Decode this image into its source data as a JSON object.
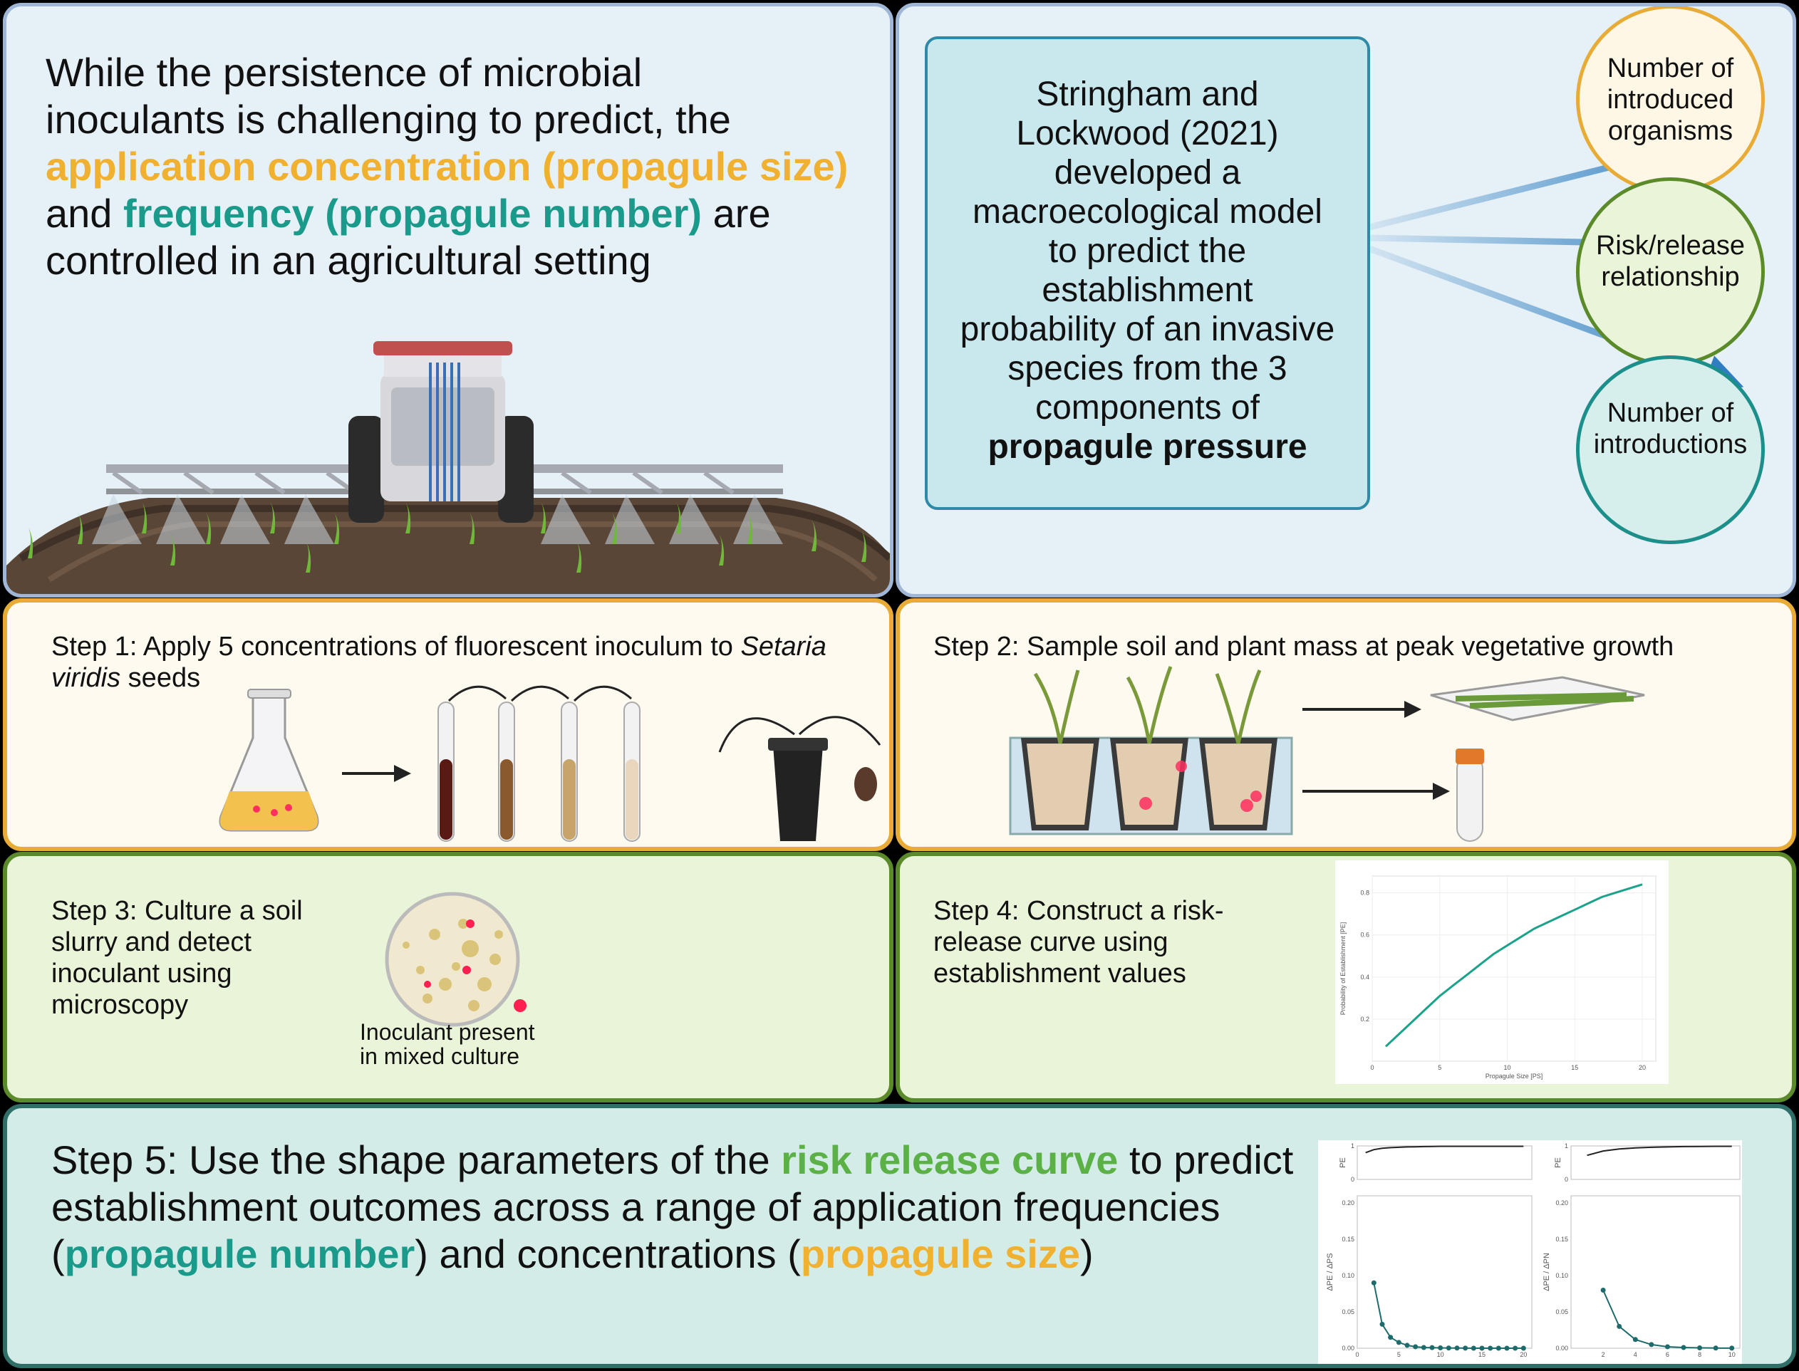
{
  "top_left": {
    "line1": "While the persistence of microbial",
    "line2": "inoculants is challenging to predict, the",
    "highlight_size": "application concentration (propagule size)",
    "and": "and",
    "highlight_number": "frequency (propagule number)",
    "are": "are",
    "line5": "controlled in an agricultural setting"
  },
  "top_right": {
    "box_lines": [
      "Stringham and",
      "Lockwood (2021)",
      "developed a",
      "macroecological model",
      "to predict the",
      "establishment",
      "probability of an invasive",
      "species from the 3",
      "components of"
    ],
    "box_bold": "propagule pressure",
    "circles": [
      {
        "lines": [
          "Number of",
          "introduced",
          "organisms"
        ],
        "border": "#e8ab36",
        "fill": "#fff7e6"
      },
      {
        "lines": [
          "Risk/release",
          "relationship"
        ],
        "border": "#5b8a2a",
        "fill": "#eaf4d8"
      },
      {
        "lines": [
          "Number of",
          "introductions"
        ],
        "border": "#1d8f8a",
        "fill": "#d6efec"
      }
    ]
  },
  "step1": {
    "text": "Step 1: Apply 5 concentrations of fluorescent inoculum to ",
    "italic1": "Setaria",
    "italic2": "viridis",
    "text_end": " seeds"
  },
  "step2": {
    "text": "Step 2: Sample soil and plant mass at peak vegetative growth"
  },
  "step3": {
    "lines": [
      "Step 3: Culture a soil",
      "slurry and detect",
      "inoculant using",
      "microscopy"
    ],
    "caption": [
      "Inoculant present",
      "in mixed culture"
    ]
  },
  "step4": {
    "lines": [
      "Step 4: Construct a risk-",
      "release curve using",
      "establishment values"
    ]
  },
  "step5": {
    "part1": "Step 5: Use the shape parameters of the ",
    "hl_curve": "risk release curve",
    "part2": " to predict",
    "line2": "establishment outcomes across a range of application frequencies",
    "paren_open": "(",
    "hl_number": "propagule number",
    "part3": ") and concentrations (",
    "hl_size": "propagule size",
    "paren_close": ")"
  },
  "colors": {
    "orange": "#f0b030",
    "teal": "#1a9a8a",
    "green": "#5bb146",
    "arrow_blue": "#2f7fc0"
  },
  "chart_data": [
    {
      "type": "line",
      "title": "",
      "xlabel": "Propagule Size [PS]",
      "ylabel": "Probability of Establishment [PE]",
      "x": [
        1,
        2,
        3,
        4,
        5,
        6,
        7,
        8,
        9,
        10,
        11,
        12,
        13,
        14,
        15,
        16,
        17,
        18,
        19,
        20
      ],
      "y": [
        0.07,
        0.13,
        0.19,
        0.25,
        0.31,
        0.36,
        0.41,
        0.46,
        0.51,
        0.55,
        0.59,
        0.63,
        0.66,
        0.69,
        0.72,
        0.75,
        0.78,
        0.8,
        0.82,
        0.84
      ],
      "xticks": [
        "0",
        "5",
        "10",
        "15",
        "20"
      ],
      "yticks": [
        "0.2",
        "0.4",
        "0.6",
        "0.8"
      ],
      "xlim": [
        0,
        21
      ],
      "ylim": [
        0,
        0.88
      ],
      "grid": true,
      "color": "#1aa38a"
    },
    {
      "type": "line",
      "title": "",
      "xlabel": "",
      "ylabel": "PE",
      "x": [
        1,
        2,
        3,
        4,
        5,
        6,
        7,
        8,
        9,
        10,
        11,
        12,
        13,
        14,
        15,
        16,
        17,
        18,
        19,
        20
      ],
      "y": [
        0.8,
        0.89,
        0.93,
        0.95,
        0.96,
        0.97,
        0.975,
        0.98,
        0.985,
        0.99,
        0.99,
        0.99,
        0.99,
        0.99,
        0.99,
        0.99,
        0.99,
        0.99,
        0.99,
        0.99
      ],
      "yticks": [
        "1",
        "0"
      ],
      "xlim": [
        0,
        21
      ],
      "ylim": [
        0,
        1
      ]
    },
    {
      "type": "line",
      "title": "",
      "xlabel": "",
      "ylabel": "ΔPE / ΔPS",
      "x": [
        2,
        3,
        4,
        5,
        6,
        7,
        8,
        9,
        10,
        11,
        12,
        13,
        14,
        15,
        16,
        17,
        18,
        19,
        20
      ],
      "y": [
        0.09,
        0.033,
        0.015,
        0.008,
        0.004,
        0.002,
        0.001,
        0.0008,
        0.0005,
        0.0003,
        0.0002,
        0.0001,
        0,
        0,
        0,
        0,
        0,
        0,
        0
      ],
      "xticks": [
        "0",
        "5",
        "10",
        "15",
        "20"
      ],
      "yticks": [
        "0.20",
        "0.15",
        "0.10",
        "0.05",
        "0.00"
      ],
      "xlim": [
        0,
        21
      ],
      "ylim": [
        0,
        0.21
      ],
      "color": "#1d6b6b"
    },
    {
      "type": "line",
      "title": "",
      "xlabel": "",
      "ylabel": "PE",
      "x": [
        1,
        2,
        3,
        4,
        5,
        6,
        7,
        8,
        9,
        10
      ],
      "y": [
        0.72,
        0.85,
        0.91,
        0.94,
        0.96,
        0.97,
        0.98,
        0.985,
        0.99,
        0.99
      ],
      "yticks": [
        "1",
        "0"
      ],
      "xlim": [
        0,
        10.5
      ],
      "ylim": [
        0,
        1
      ]
    },
    {
      "type": "line",
      "title": "",
      "xlabel": "",
      "ylabel": "ΔPE / ΔPN",
      "x": [
        2,
        3,
        4,
        5,
        6,
        7,
        8,
        9,
        10
      ],
      "y": [
        0.08,
        0.03,
        0.012,
        0.005,
        0.002,
        0.001,
        0.0005,
        0.0002,
        0.0001
      ],
      "xticks": [
        "2",
        "4",
        "6",
        "8",
        "10"
      ],
      "yticks": [
        "0.20",
        "0.15",
        "0.10",
        "0.05",
        "0.00"
      ],
      "xlim": [
        0,
        10.5
      ],
      "ylim": [
        0,
        0.21
      ],
      "color": "#1d6b6b"
    }
  ]
}
